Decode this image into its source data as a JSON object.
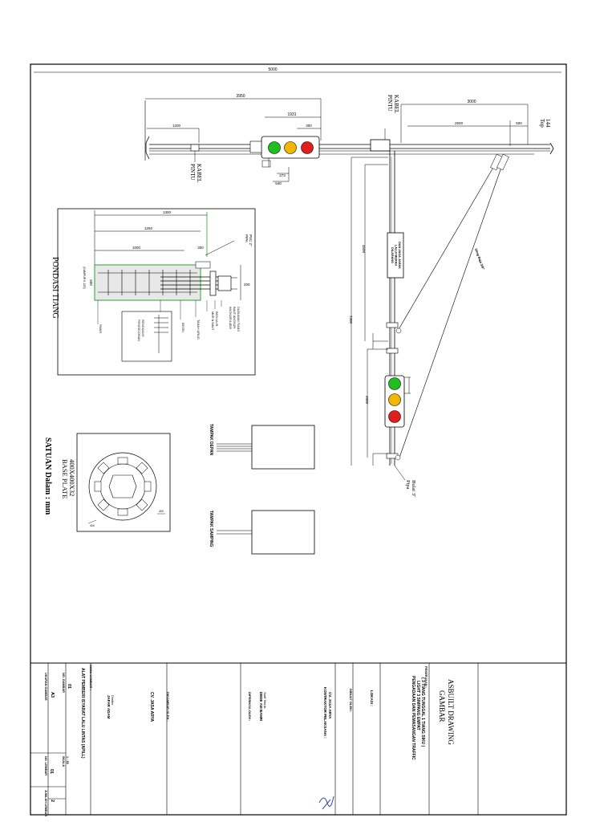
{
  "dimensions": {
    "d5000": "5000",
    "d3950": "3950",
    "d1931": "1931",
    "d300": "300",
    "d1200": "1200",
    "d3000": "3000",
    "d2500": "2500",
    "d500": "500",
    "d273": "273",
    "d540": "540",
    "d4500": "4500",
    "d7300": "7300",
    "d1300": "1300",
    "d1250": "1250",
    "d1000": "1000",
    "d2000": "2000",
    "d600": "600",
    "d200": "200",
    "d400": "400"
  },
  "labels": {
    "pintu_kabel_top": [
      "PINTU",
      "KABEL"
    ],
    "pintu_kabel_left": [
      "PINTU",
      "KABEL"
    ],
    "top": [
      "Top",
      "144"
    ],
    "pondasi": "PONDASI TIANG",
    "pipa_pvc": [
      "PIPA",
      "PVC 2\""
    ],
    "pipa_bulat": [
      "Pipa",
      "Bulat 3\""
    ],
    "pole_sign": [
      "DILARANG",
      "LALUI MERAH",
      "DAN JAGA JARAK"
    ],
    "kawat": "Sling Baja 3/8\"",
    "base_plate": [
      "BASE PLATE",
      "400X400X32"
    ],
    "satuan": "SATUAN Dalam : mm",
    "tampak_depan": "TAMPAK DEPAN",
    "tampak_samping": "TAMPAK SAMPING",
    "found_notes": [
      "ANGKUR 8-Ø25",
      "BAUT ANGKUR",
      "DUDUKAN TIANG",
      "MUR & BAUT",
      "BESI ULIR",
      "TANAH URUG",
      "BEGEL",
      "SENGKANG",
      "PENGECORAN",
      "(CAMPUR K.225)",
      "PASIR"
    ]
  },
  "title_block": {
    "gambar": "GAMBAR",
    "asbuilt": "ASBUILT DRAWING",
    "pekerjaan_label": "PEKERJAAN :",
    "pekerjaan_text": [
      "PENGADAAN DAN PEMASANGAN TRAFFIC",
      "LIGHT 3 SIMPANG EMPAT",
      "( 3 TIANG TUNGGAL 1 TIANG SIKU )"
    ],
    "lokasi_label": "LOKASI :",
    "dibuat_label": "DIBUAT OLEH :",
    "kontraktor_label": "KONTRAKTOR PELAKSANA :",
    "kontraktor_name": "CV. JASA ARYA",
    "diperiksa_label": "DIPERIKSA OLEH :",
    "diperiksa_name": [
      "DEDE AM BAHRI",
      "Staff Teknik"
    ],
    "digambar_label": "DIGAMBAR OLEH :",
    "digambar_company": "CV. JASA ARYA",
    "digambar_name": [
      "JAFAR ADAM",
      "Drafter"
    ],
    "nama_label": "NAMA GAMBAR :",
    "nama_text": "ALAT PEMBERI ISYARAT LALU LINTAS (APILL)",
    "no_gambar_label": "NO. GAMBAR",
    "no_gambar": "01",
    "ukuran_label": "UKURAN GAMBAR",
    "ukuran": "A3",
    "skala_label": "SKALA",
    "skala": "1 : 50",
    "no_lembar_label": "NO. LEMBAR",
    "no_lembar": "01",
    "jumlah_label": "JUMLAH LEMBAR",
    "jumlah": "2"
  },
  "colors": {
    "line": "#000000",
    "lamp_green": "#1fbf1f",
    "lamp_amber": "#f2b800",
    "lamp_red": "#e01e1e",
    "guide_green": "#2aa52a",
    "concrete_fill": "#e8e8e8",
    "stamp_blue": "#2c4ca8"
  }
}
